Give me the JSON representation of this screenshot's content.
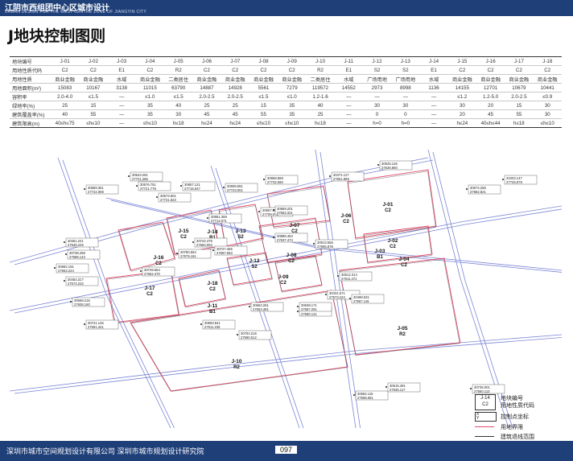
{
  "header": {
    "title_cn": "江阴市西组团中心区城市设计",
    "title_en": "URBAN DESIGN FOR THE WEST CENTRE ZONE OF JIANGYIN CITY"
  },
  "page_title": "J地块控制图则",
  "table": {
    "row_headers": [
      "地块编号",
      "用地性质代码",
      "用地性质",
      "用地面积(m²)",
      "容积率",
      "绿地率(%)",
      "建筑覆盖率(%)",
      "建筑限高(m)"
    ],
    "columns": [
      [
        "J-01",
        "C2",
        "商业金融",
        "15083",
        "2.0-4.0",
        "25",
        "40",
        "40≤h≤75"
      ],
      [
        "J-02",
        "C2",
        "商业金融",
        "10167",
        "≤1.5",
        "15",
        "55",
        "≤h≤10"
      ],
      [
        "J-03",
        "E1",
        "水域",
        "3138",
        "—",
        "—",
        "—",
        "—"
      ],
      [
        "J-04",
        "C2",
        "商业金融",
        "11015",
        "≤1.0",
        "35",
        "35",
        "≤h≤10"
      ],
      [
        "J-05",
        "R2",
        "二类居住",
        "63790",
        "≤1.5",
        "40",
        "30",
        "h≤18"
      ],
      [
        "J-06",
        "C2",
        "商业金融",
        "14887",
        "2.0-2.5",
        "25",
        "45",
        "h≤24"
      ],
      [
        "J-07",
        "C2",
        "商业金融",
        "14928",
        "2.0-2.5",
        "25",
        "45",
        "h≤24"
      ],
      [
        "J-08",
        "C2",
        "商业金融",
        "5561",
        "≤1.5",
        "15",
        "55",
        "≤h≤10"
      ],
      [
        "J-09",
        "C2",
        "商业金融",
        "7279",
        "≤1.0",
        "35",
        "35",
        "≤h≤10"
      ],
      [
        "J-10",
        "R2",
        "二类居住",
        "119572",
        "1.2-1.6",
        "40",
        "25",
        "h≤18"
      ],
      [
        "J-11",
        "E1",
        "水域",
        "14552",
        "—",
        "—",
        "—",
        "—"
      ],
      [
        "J-12",
        "S2",
        "广场用地",
        "2973",
        "—",
        "30",
        "0",
        "h=0"
      ],
      [
        "J-13",
        "S2",
        "广场用地",
        "8998",
        "—",
        "30",
        "0",
        "h=0"
      ],
      [
        "J-14",
        "E1",
        "水域",
        "1136",
        "—",
        "—",
        "—",
        "—"
      ],
      [
        "J-15",
        "C2",
        "商业金融",
        "14155",
        "≤1.2",
        "30",
        "20",
        "h≤24"
      ],
      [
        "J-16",
        "C2",
        "商业金融",
        "12701",
        "1.2-5.0",
        "20",
        "45",
        "40≤h≤44"
      ],
      [
        "J-17",
        "C2",
        "商业金融",
        "10679",
        "2.0-2.5",
        "15",
        "55",
        "h≤18"
      ],
      [
        "J-18",
        "C2",
        "商业金融",
        "10441",
        "≤0.9",
        "30",
        "30",
        "≤h≤10"
      ]
    ]
  },
  "map": {
    "parcels": [
      {
        "code": "J-01",
        "use": "C2"
      },
      {
        "code": "J-02",
        "use": "C2"
      },
      {
        "code": "J-03",
        "use": "B1"
      },
      {
        "code": "J-04",
        "use": "C2"
      },
      {
        "code": "J-05",
        "use": "R2"
      },
      {
        "code": "J-06",
        "use": "C2"
      },
      {
        "code": "J-07",
        "use": "C2"
      },
      {
        "code": "J-08",
        "use": "C2"
      },
      {
        "code": "J-09",
        "use": "C2"
      },
      {
        "code": "J-10",
        "use": "R2"
      },
      {
        "code": "J-11",
        "use": "B1"
      },
      {
        "code": "J-12",
        "use": "S2"
      },
      {
        "code": "J-13",
        "use": "S2"
      },
      {
        "code": "J-14",
        "use": "B1"
      },
      {
        "code": "J-15",
        "use": "C2"
      },
      {
        "code": "J-16",
        "use": "C2"
      },
      {
        "code": "J-17",
        "use": "C2"
      },
      {
        "code": "J-18",
        "use": "C2"
      }
    ],
    "coords": [
      {
        "x": "30643.281",
        "y": "27721.285"
      },
      {
        "x": "30669.361",
        "y": "27722.069"
      },
      {
        "x": "30576.751",
        "y": "27721.779"
      },
      {
        "x": "30573.601",
        "y": "27721.823"
      },
      {
        "x": "30857.121",
        "y": "27715.047"
      },
      {
        "x": "30908.991",
        "y": "27723.001"
      },
      {
        "x": "30958.869",
        "y": "27732.060"
      },
      {
        "x": "30471.117",
        "y": "27651.869"
      },
      {
        "x": "30525.145",
        "y": "27626.660"
      },
      {
        "x": "31003.147",
        "y": "27725.879"
      },
      {
        "x": "30674.256",
        "y": "27682.821"
      },
      {
        "x": "30851.369",
        "y": "27714.071"
      },
      {
        "x": "30657.904",
        "y": "27709.071"
      },
      {
        "x": "30742.478",
        "y": "27684.003"
      },
      {
        "x": "30896.454",
        "y": "27637.474"
      },
      {
        "x": "30780.564",
        "y": "27679.181"
      },
      {
        "x": "30727.455",
        "y": "27687.063"
      },
      {
        "x": "30913.556",
        "y": "27695.878"
      },
      {
        "x": "30869.201",
        "y": "27653.321"
      },
      {
        "x": "30749.654",
        "y": "27662.470"
      },
      {
        "x": "30451.241",
        "y": "27646.225"
      },
      {
        "x": "30738.258",
        "y": "27586.143"
      },
      {
        "x": "30682.191",
        "y": "27563.224"
      },
      {
        "x": "30454.317",
        "y": "27574.232"
      },
      {
        "x": "30568.215",
        "y": "27608.160"
      },
      {
        "x": "30512.314",
        "y": "27611.471"
      },
      {
        "x": "30431.571",
        "y": "27573.224"
      },
      {
        "x": "30425.674",
        "y": "27590.141"
      },
      {
        "x": "30653.281",
        "y": "27653.481"
      },
      {
        "x": "30764.216",
        "y": "27590.512"
      },
      {
        "x": "30638.171",
        "y": "27587.291"
      },
      {
        "x": "30593.641",
        "y": "27611.236"
      },
      {
        "x": "30721.145",
        "y": "27591.341"
      },
      {
        "x": "30498.531",
        "y": "27567.116"
      },
      {
        "x": "30582.115",
        "y": "27595.081"
      },
      {
        "x": "30615.491",
        "y": "27535.117"
      },
      {
        "x": "30735.001",
        "y": "27560.113"
      }
    ]
  },
  "legend": {
    "items": [
      "地块编号",
      "用地性质代码",
      "控制点坐标",
      "用地界限",
      "建筑退线范围"
    ],
    "sample_code": "J-14",
    "sample_use": "C2",
    "coord_prefix_x": "X",
    "coord_prefix_y": "Y"
  },
  "footer": {
    "org": "深圳市城市空间规划设计有限公司  深圳市城市规划设计研究院",
    "page_number": "097"
  },
  "colors": {
    "brand": "#1f3f78",
    "road": "#7b86d6",
    "boundary": "#e04a6a"
  }
}
